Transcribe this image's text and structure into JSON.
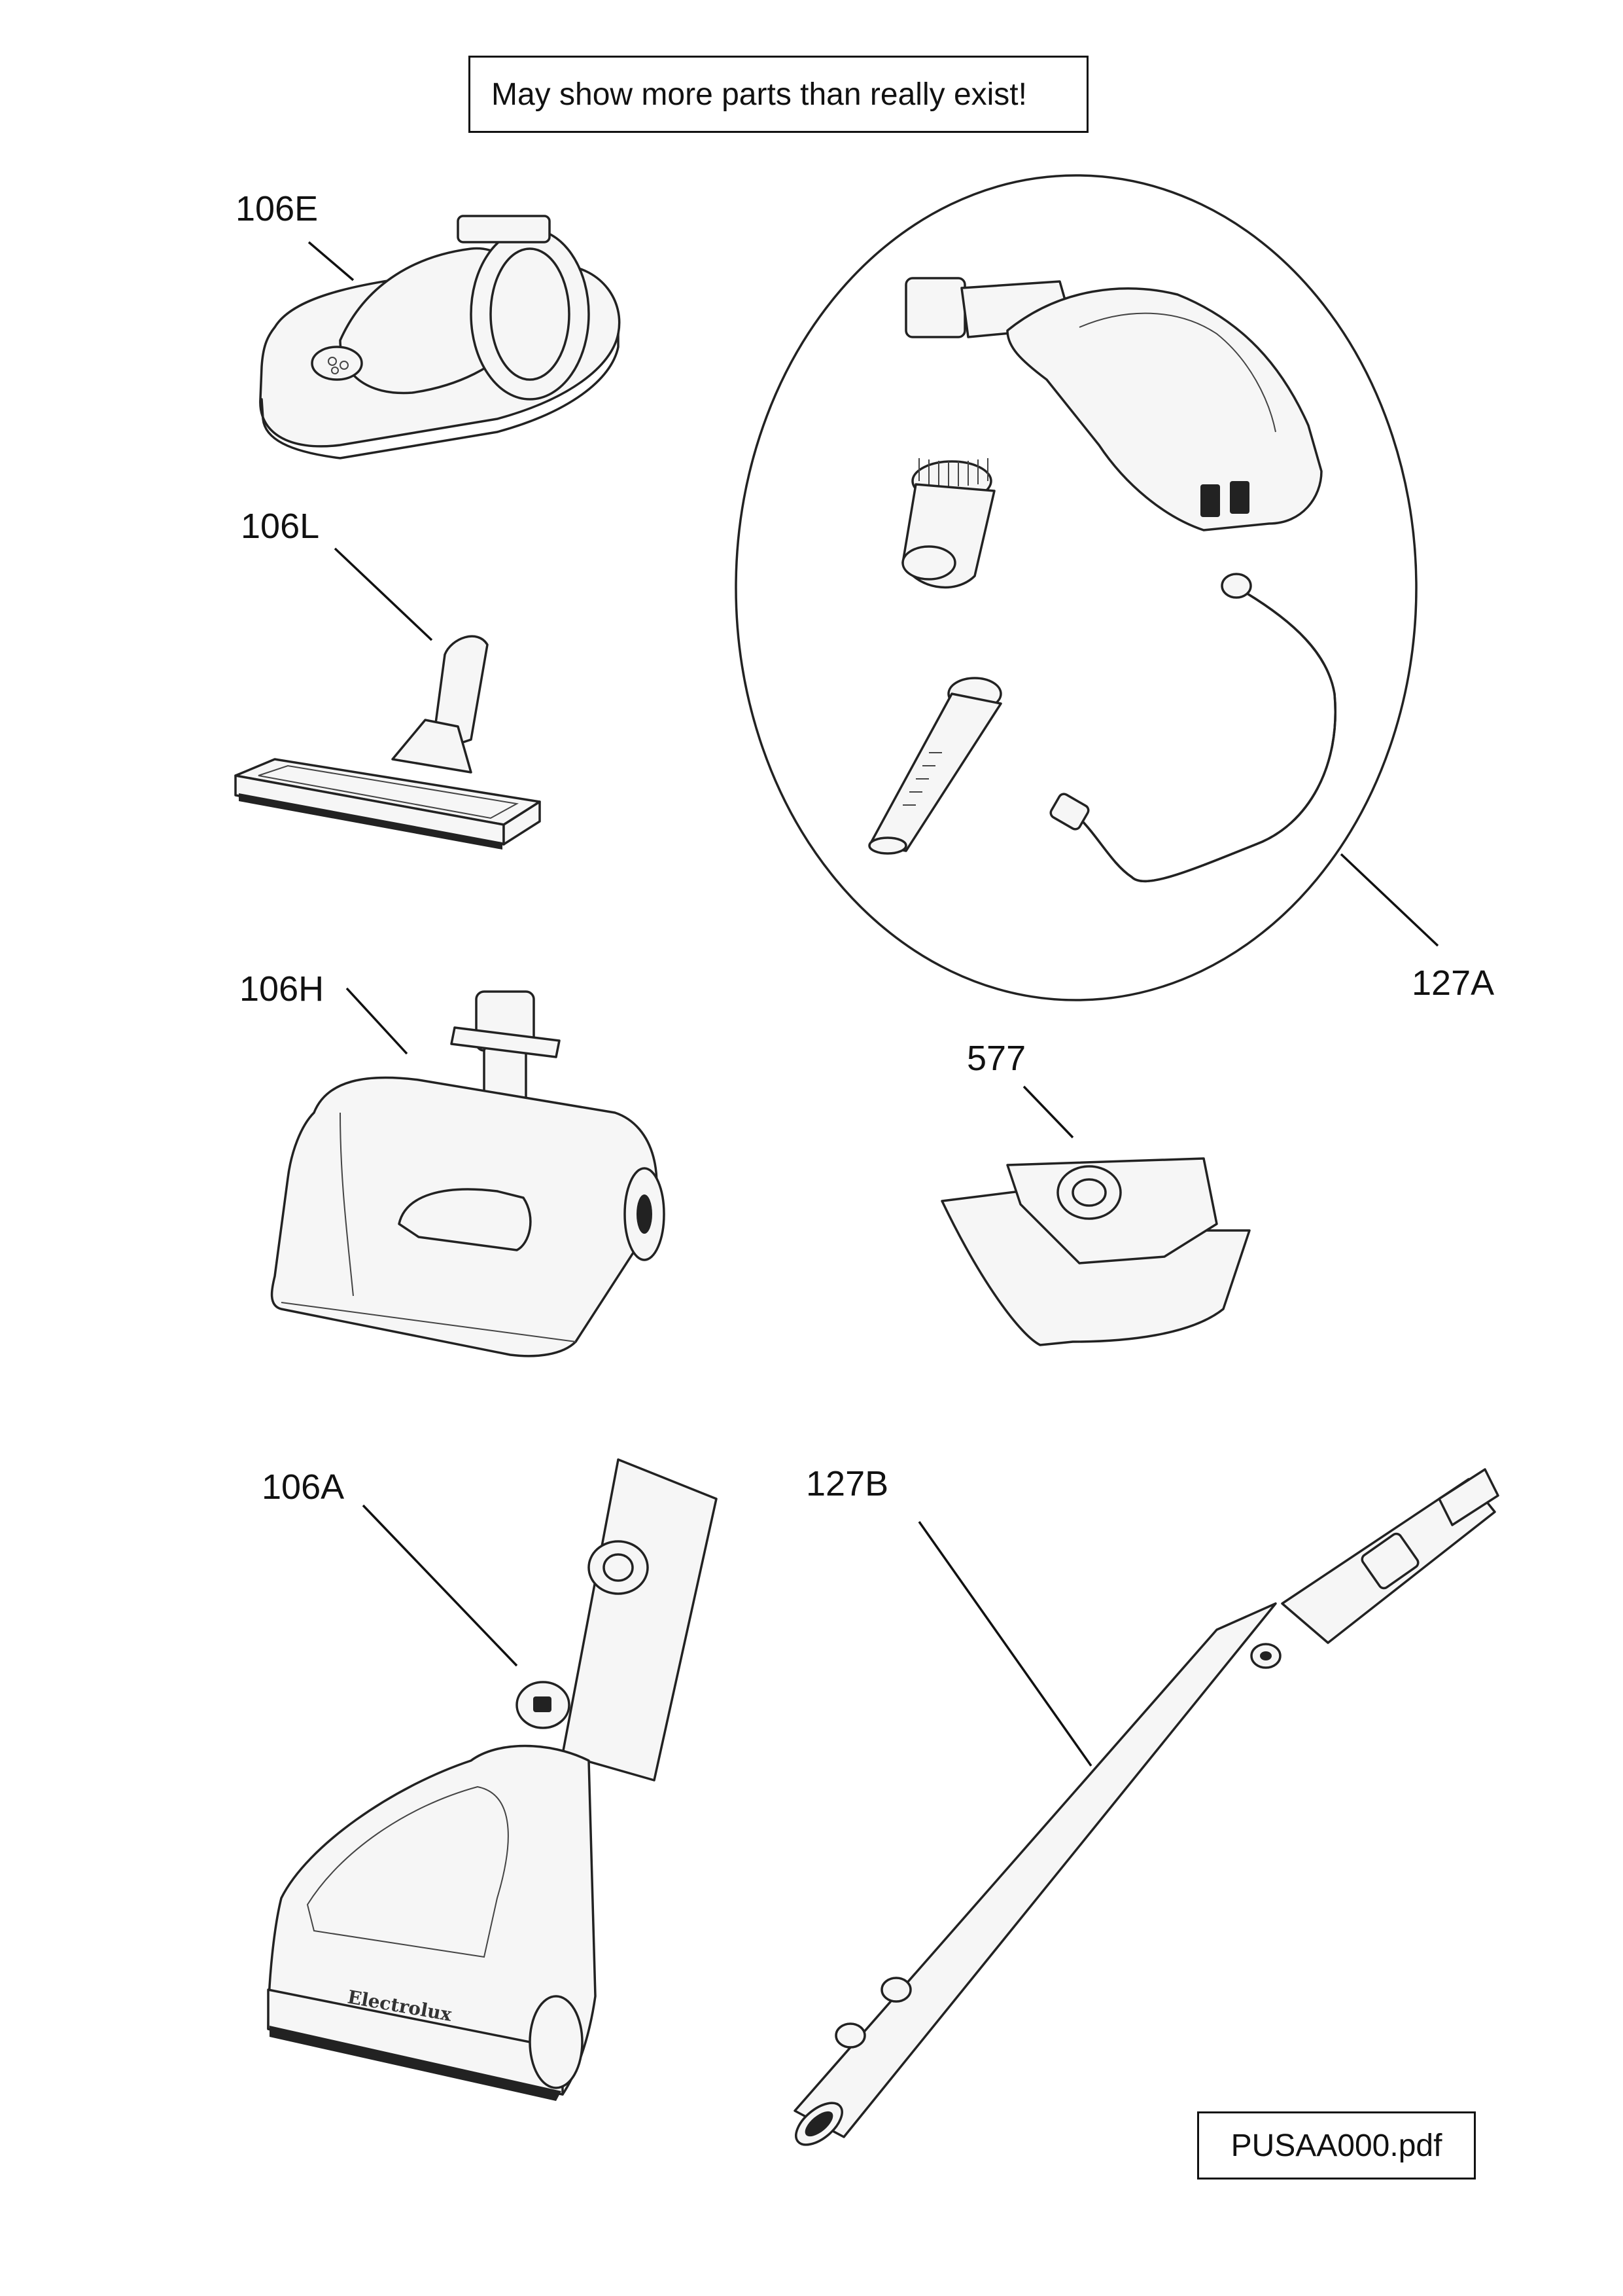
{
  "notice": "May show more parts than really exist!",
  "file_name": "PUSAA000.pdf",
  "parts": {
    "p106E": "106E",
    "p106L": "106L",
    "p106H": "106H",
    "p106A": "106A",
    "p127A": "127A",
    "p127B": "127B",
    "p577": "577"
  },
  "brand_mark": "Electrolux"
}
